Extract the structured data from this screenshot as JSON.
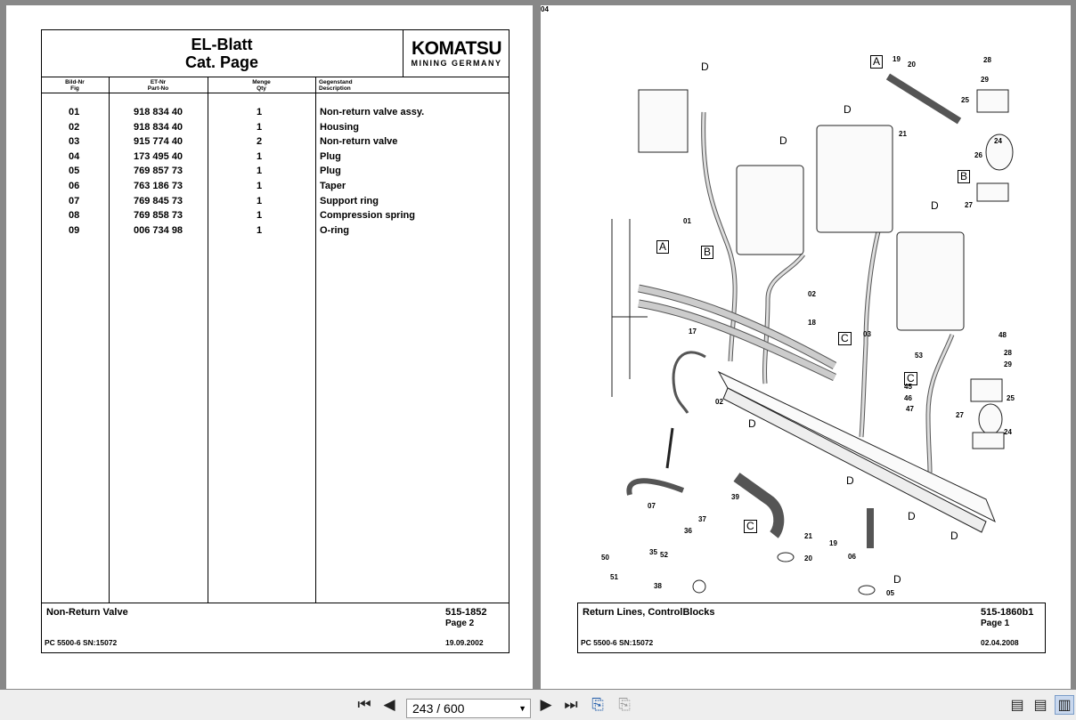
{
  "left": {
    "title_line1": "EL-Blatt",
    "title_line2": "Cat. Page",
    "logo_line1": "KOMATSU",
    "logo_line2": "MINING GERMANY",
    "headers": {
      "fig_de": "Bild-Nr",
      "fig_en": "Fig",
      "part_de": "ET-Nr",
      "part_en": "Part-No",
      "qty_de": "Menge",
      "qty_en": "Qty",
      "desc_de": "Gegenstand",
      "desc_en": "Description"
    },
    "rows": [
      {
        "fig": "01",
        "part": "918 834 40",
        "qty": "1",
        "desc": "Non-return valve assy."
      },
      {
        "fig": "02",
        "part": "918 834 40",
        "qty": "1",
        "desc": "Housing"
      },
      {
        "fig": "03",
        "part": "915 774 40",
        "qty": "2",
        "desc": "Non-return valve"
      },
      {
        "fig": "04",
        "part": "173 495 40",
        "qty": "1",
        "desc": "Plug"
      },
      {
        "fig": "05",
        "part": "769 857 73",
        "qty": "1",
        "desc": "Plug"
      },
      {
        "fig": "06",
        "part": "763 186 73",
        "qty": "1",
        "desc": "Taper"
      },
      {
        "fig": "07",
        "part": "769 845 73",
        "qty": "1",
        "desc": "Support ring"
      },
      {
        "fig": "08",
        "part": "769 858 73",
        "qty": "1",
        "desc": "Compression spring"
      },
      {
        "fig": "09",
        "part": "006 734 98",
        "qty": "1",
        "desc": "O-ring"
      }
    ],
    "footer": {
      "title": "Non-Return Valve",
      "number": "515-1852",
      "page": "Page 2",
      "model": "PC 5500-6 SN:15072",
      "date": "19.09.2002"
    }
  },
  "right": {
    "footer": {
      "title": "Return Lines, ControlBlocks",
      "number": "515-1860b1",
      "page": "Page 1",
      "model": "PC 5500-6 SN:15072",
      "date": "02.04.2008"
    },
    "callouts": [
      "D",
      "A",
      "19",
      "20",
      "28",
      "29",
      "25",
      "24",
      "26",
      "B",
      "27",
      "21",
      "D",
      "D",
      "D",
      "01",
      "A",
      "B",
      "02",
      "18",
      "17",
      "C",
      "03",
      "C",
      "45",
      "46",
      "47",
      "48",
      "28",
      "29",
      "25",
      "24",
      "27",
      "53",
      "02",
      "D",
      "D",
      "D",
      "D",
      "07",
      "37",
      "36",
      "35",
      "52",
      "50",
      "51",
      "38",
      "39",
      "C",
      "21",
      "20",
      "19",
      "06",
      "D",
      "05",
      "04"
    ]
  },
  "toolbar": {
    "page_display": "243 / 600",
    "icons": [
      "first-page-icon",
      "previous-page-icon",
      "next-page-icon",
      "last-page-icon",
      "go-back-icon",
      "go-forward-icon",
      "single-page-view-icon",
      "continuous-view-icon",
      "two-page-view-icon"
    ]
  },
  "colors": {
    "viewer_bg": "#888888",
    "toolbar_bg": "#eeeeee",
    "accent": "#1e5aa8"
  }
}
